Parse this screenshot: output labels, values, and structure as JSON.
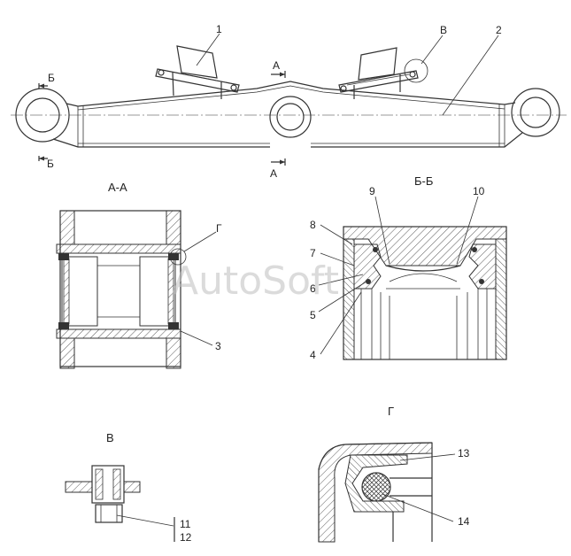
{
  "watermark": "AutoSoft",
  "top_view": {
    "section_mark_b_top": "Б",
    "section_mark_b_bottom": "Б",
    "section_mark_a_top": "А",
    "section_mark_a_bottom": "А",
    "callouts": {
      "p1": "1",
      "p2": "2",
      "pB": "В"
    }
  },
  "section_aa": {
    "title": "А-А",
    "callouts": {
      "g": "Г",
      "p3": "3"
    }
  },
  "section_bb": {
    "title": "Б-Б",
    "callouts": {
      "p4": "4",
      "p5": "5",
      "p6": "6",
      "p7": "7",
      "p8": "8",
      "p9": "9",
      "p10": "10"
    }
  },
  "detail_v": {
    "title": "В",
    "callouts": {
      "p11": "11",
      "p12": "12"
    }
  },
  "detail_g": {
    "title": "Г",
    "callouts": {
      "p13": "13",
      "p14": "14"
    }
  }
}
